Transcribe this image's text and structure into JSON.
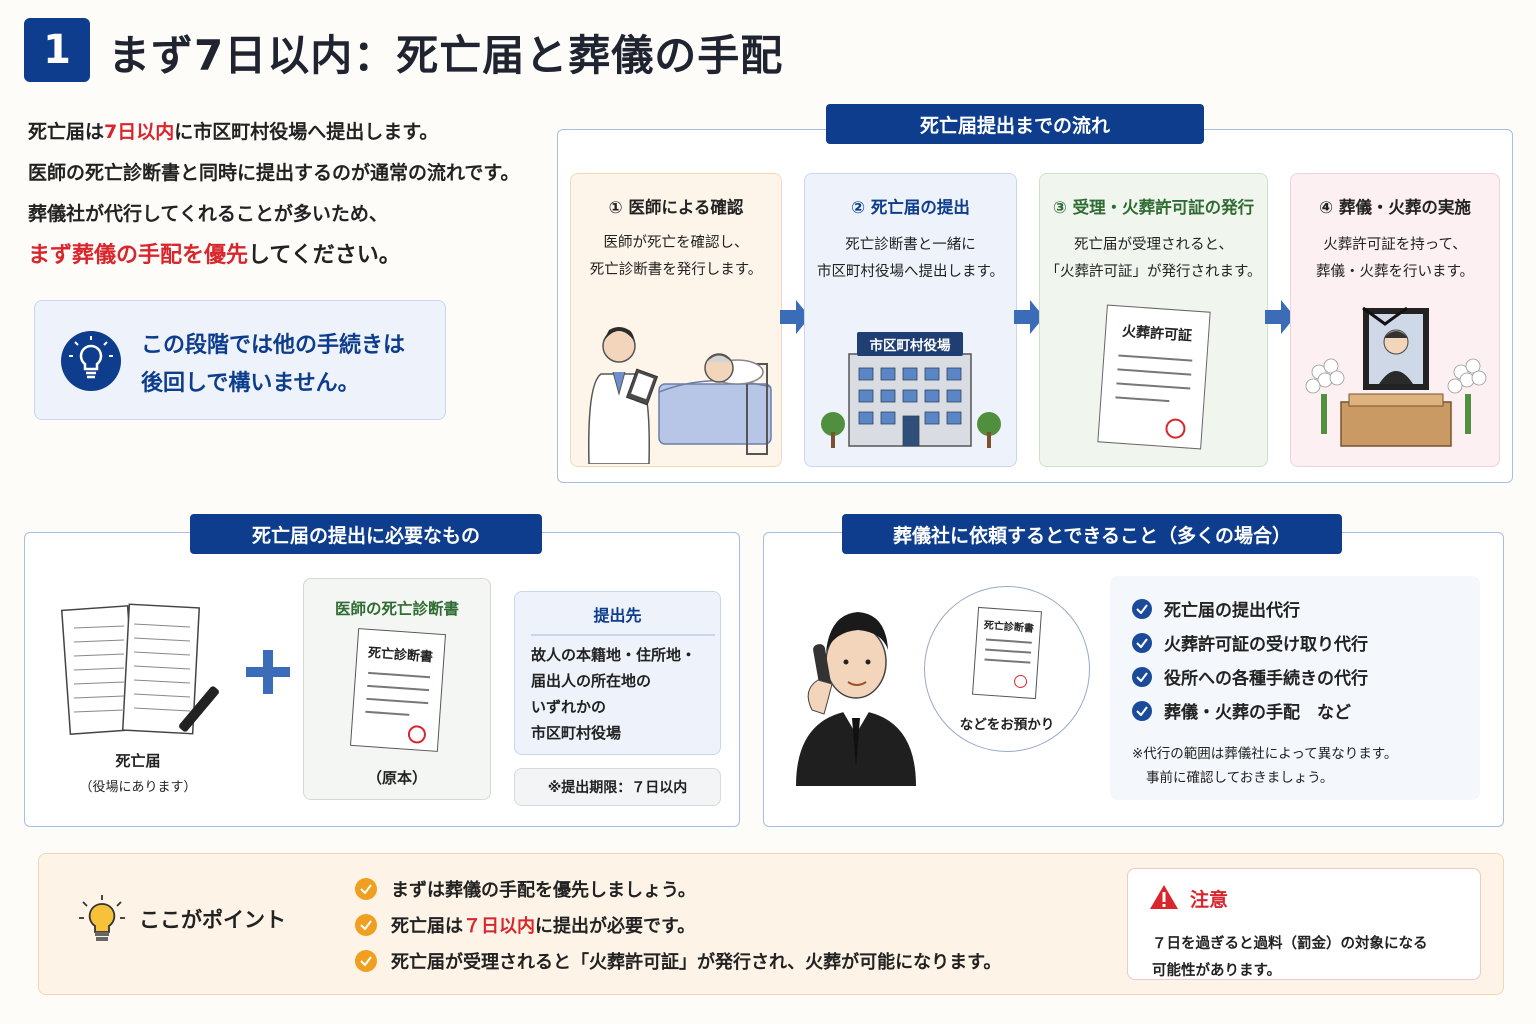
{
  "header": {
    "number": "1",
    "title": "まず7日以内：死亡届と葬儀の手配"
  },
  "intro": {
    "line1_a": "死亡届は",
    "line1_red": "7日以内",
    "line1_b": "に市区町村役場へ提出します。",
    "line2": "医師の死亡診断書と同時に提出するのが通常の流れです。",
    "line3": "葬儀社が代行してくれることが多いため、",
    "line4_red": "まず葬儀の手配を優先",
    "line4_b": "してください。"
  },
  "tip": {
    "line1": "この段階では他の手続きは",
    "line2": "後回しで構いません。",
    "icon": "lightbulb-icon"
  },
  "flow": {
    "title": "死亡届提出までの流れ",
    "steps": [
      {
        "title": "① 医師による確認",
        "desc1": "医師が死亡を確認し、",
        "desc2": "死亡診断書を発行します。"
      },
      {
        "title": "② 死亡届の提出",
        "desc1": "死亡診断書と一緒に",
        "desc2": "市区町村役場へ提出します。",
        "sign": "市区町村役場"
      },
      {
        "title": "③ 受理・火葬許可証の発行",
        "desc1": "死亡届が受理されると、",
        "desc2": "「火葬許可証」が発行されます。",
        "doc": "火葬許可証"
      },
      {
        "title": "④ 葬儀・火葬の実施",
        "desc1": "火葬許可証を持って、",
        "desc2": "葬儀・火葬を行います。"
      }
    ]
  },
  "required": {
    "title": "死亡届の提出に必要なもの",
    "form_label": "死亡届",
    "form_sub": "（役場にあります）",
    "cert_title": "医師の死亡診断書",
    "cert_doc": "死亡診断書",
    "cert_sub": "（原本）",
    "dest_title": "提出先",
    "dest_lines": [
      "故人の本籍地・住所地・",
      "届出人の所在地の",
      "いずれかの",
      "市区町村役場"
    ],
    "deadline": "※提出期限：７日以内"
  },
  "funeral": {
    "title": "葬儀社に依頼するとできること（多くの場合）",
    "bubble_doc": "死亡診断書",
    "bubble_text": "などをお預かり",
    "items": [
      "死亡届の提出代行",
      "火葬許可証の受け取り代行",
      "役所への各種手続きの代行",
      "葬儀・火葬の手配　など"
    ],
    "note1": "※代行の範囲は葬儀社によって異なります。",
    "note2": "事前に確認しておきましょう。"
  },
  "points": {
    "label": "ここがポイント",
    "p1": "まずは葬儀の手配を優先しましょう。",
    "p2_a": "死亡届は",
    "p2_red": "７日以内",
    "p2_b": "に提出が必要です。",
    "p3": "死亡届が受理されると「火葬許可証」が発行され、火葬が可能になります。"
  },
  "caution": {
    "title": "注意",
    "line1": "７日を過ぎると過料（罰金）の対象になる",
    "line2": "可能性があります。"
  },
  "colors": {
    "navy": "#0d3d8c",
    "red": "#d8262c",
    "orange": "#f0a020"
  }
}
